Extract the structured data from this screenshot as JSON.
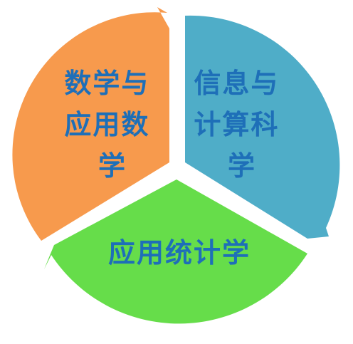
{
  "segments": [
    {
      "id": "math",
      "lines": [
        "数学与",
        "应用数",
        "学"
      ],
      "fill": "#f79a4d",
      "text_color": "#1e6fb8"
    },
    {
      "id": "info",
      "lines": [
        "信息与",
        "计算科",
        "学"
      ],
      "fill": "#4fadc8",
      "text_color": "#1e6fb8"
    },
    {
      "id": "stats",
      "lines": [
        "应用统计学"
      ],
      "fill": "#66dd4a",
      "text_color": "#1e6fb8"
    }
  ]
}
